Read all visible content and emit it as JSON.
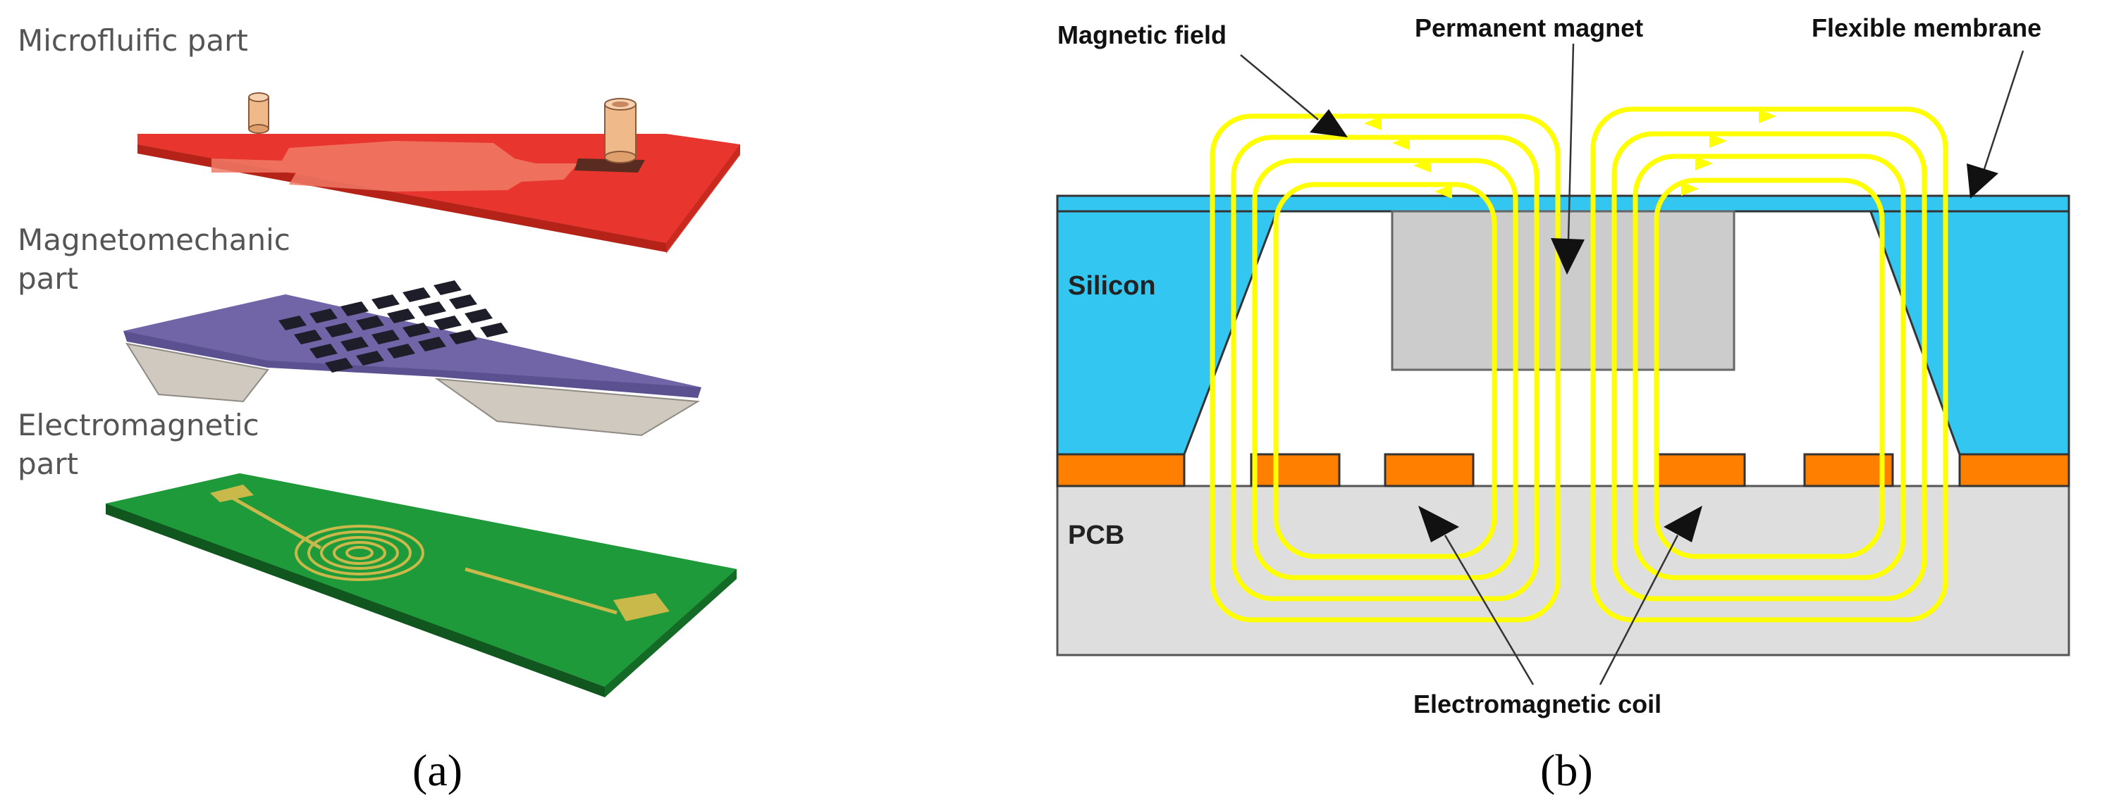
{
  "panel_a": {
    "caption": "(a)",
    "labels": {
      "microfluidic": "Microfluific part",
      "magnetomechanic_1": "Magnetomechanic",
      "magnetomechanic_2": "part",
      "electromagnetic_1": "Electromagnetic",
      "electromagnetic_2": "part"
    },
    "colors": {
      "microfluidic_top": "#e8352d",
      "membrane_top": "#7165a8",
      "support": "#cfc9c0",
      "pcb_top": "#1f9a3a",
      "coil": "#c9b84a",
      "inlet": "#f0b98a"
    }
  },
  "panel_b": {
    "caption": "(b)",
    "labels": {
      "magnetic_field": "Magnetic field",
      "permanent_magnet": "Permanent magnet",
      "flexible_membrane": "Flexible membrane",
      "silicon": "Silicon",
      "pcb": "PCB",
      "electromagnetic_coil": "Electromagnetic coil"
    },
    "colors": {
      "silicon": "#33c6f0",
      "pcb": "#dedede",
      "magnet": "#cccccc",
      "coil": "#ff7f00",
      "field": "#ffff00"
    }
  }
}
